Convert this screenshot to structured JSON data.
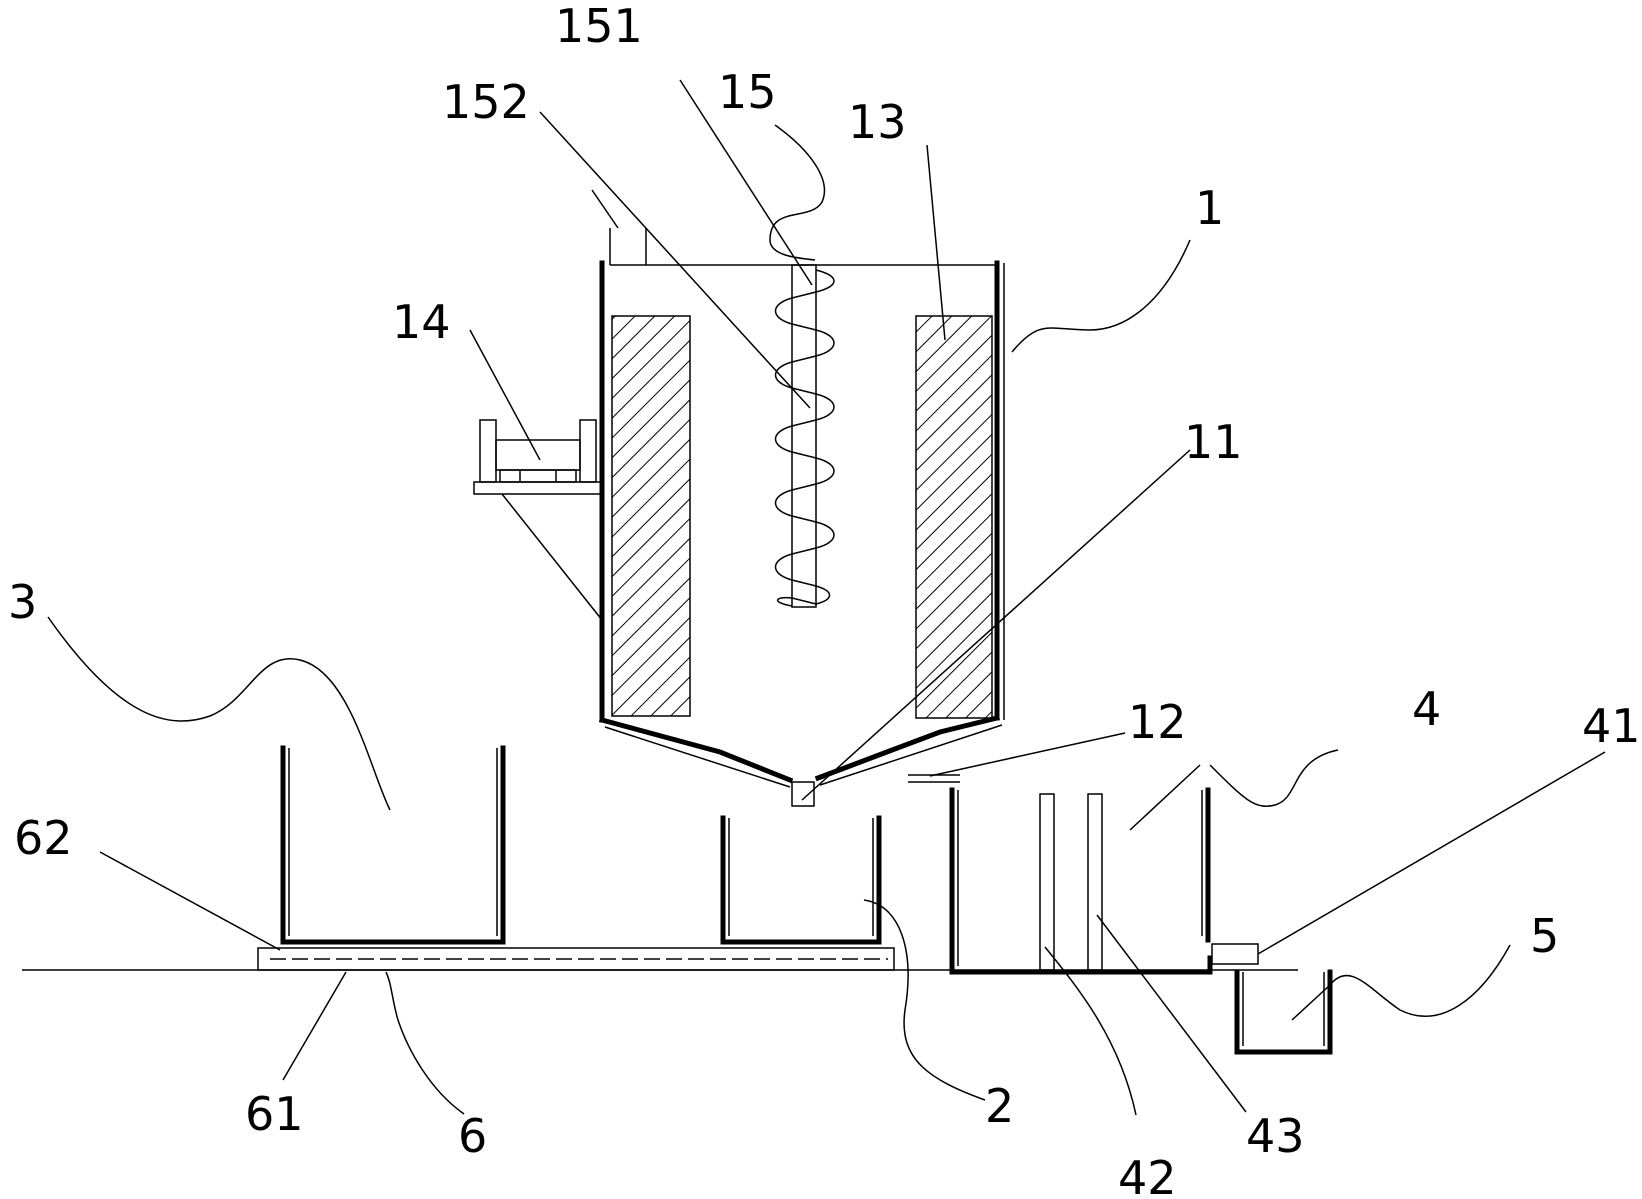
{
  "labels": {
    "l1": "1",
    "l2": "2",
    "l3": "3",
    "l4": "4",
    "l5": "5",
    "l6": "6",
    "l11": "11",
    "l12": "12",
    "l13": "13",
    "l14": "14",
    "l15": "15",
    "l41": "41",
    "l42": "42",
    "l43": "43",
    "l61": "61",
    "l62": "62",
    "l151": "151",
    "l152": "152"
  }
}
